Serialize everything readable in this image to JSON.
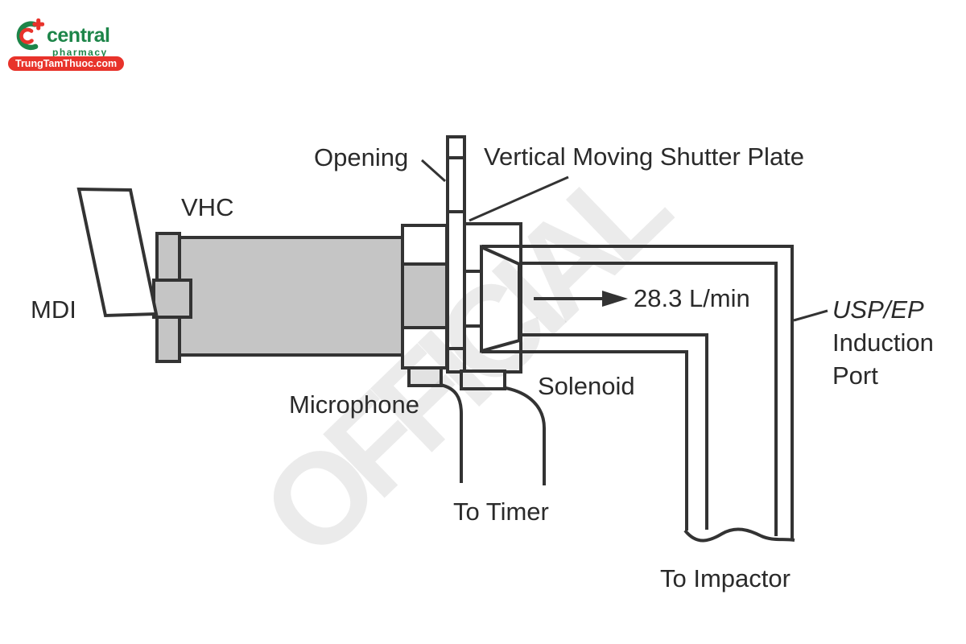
{
  "branding": {
    "name": "central",
    "tagline": "pharmacy",
    "badge": "TrungTamThuoc.com",
    "green": "#1d8549",
    "red": "#e8332b"
  },
  "watermark": {
    "text": "OFFICIAL"
  },
  "diagram": {
    "labels": {
      "mdi": "MDI",
      "vhc": "VHC",
      "opening": "Opening",
      "shutter_plate": "Vertical Moving Shutter Plate",
      "flow_rate": "28.3 L/min",
      "microphone": "Microphone",
      "solenoid": "Solenoid",
      "to_timer": "To Timer",
      "to_impactor": "To Impactor",
      "induction_port_line1": "USP/EP",
      "induction_port_line2": "Induction",
      "induction_port_line3": "Port"
    },
    "colors": {
      "line": "#333333",
      "chamber_fill": "#c5c5c5",
      "microphone_fill": "#e2e2e2"
    }
  }
}
